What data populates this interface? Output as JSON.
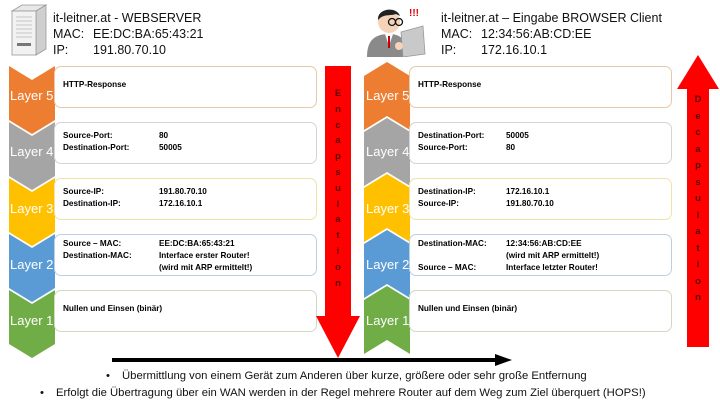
{
  "server": {
    "title": "it-leitner.at - WEBSERVER",
    "mac_label": "MAC:",
    "mac": "EE:DC:BA:65:43:21",
    "ip_label": "IP:",
    "ip": "191.80.70.10",
    "icon": "server-tower-icon"
  },
  "client": {
    "title": "it-leitner.at – Eingabe BROWSER Client",
    "mac_label": "MAC:",
    "mac": "12:34:56:AB:CD:EE",
    "ip_label": "IP:",
    "ip": "172.16.10.1",
    "icon": "user-at-computer-icon"
  },
  "colors": {
    "layer5": "#ED7D31",
    "layer4": "#A5A5A5",
    "layer3": "#FFC000",
    "layer2": "#5B9BD5",
    "layer1": "#70AD47",
    "arrow": "#FF0000",
    "arrow_text": "#5a0000"
  },
  "left_stack": {
    "direction": "down",
    "layers": [
      {
        "label": "Layer 5",
        "lines": [
          {
            "k": "HTTP-Response",
            "v": ""
          }
        ]
      },
      {
        "label": "Layer 4",
        "lines": [
          {
            "k": "Source-Port:",
            "v": "80"
          },
          {
            "k": "Destination-Port:",
            "v": "50005"
          }
        ]
      },
      {
        "label": "Layer 3",
        "lines": [
          {
            "k": "Source-IP:",
            "v": "191.80.70.10"
          },
          {
            "k": "Destination-IP:",
            "v": "172.16.10.1"
          }
        ]
      },
      {
        "label": "Layer 2",
        "lines": [
          {
            "k": "Source – MAC:",
            "v": "EE:DC:BA:65:43:21"
          },
          {
            "k": "Destination-MAC:",
            "v": "Interface erster Router!"
          },
          {
            "k": "",
            "v": "(wird mit ARP ermittelt!)"
          }
        ]
      },
      {
        "label": "Layer 1",
        "lines": [
          {
            "k": "Nullen und Einsen (binär)",
            "v": ""
          }
        ]
      }
    ]
  },
  "right_stack": {
    "direction": "up",
    "layers": [
      {
        "label": "Layer 5",
        "lines": [
          {
            "k": "HTTP-Response",
            "v": ""
          }
        ]
      },
      {
        "label": "Layer 4",
        "lines": [
          {
            "k": "Destination-Port:",
            "v": "50005"
          },
          {
            "k": "Source-Port:",
            "v": "80"
          }
        ]
      },
      {
        "label": "Layer 3",
        "lines": [
          {
            "k": "Destination-IP:",
            "v": "172.16.10.1"
          },
          {
            "k": "Source-IP:",
            "v": "191.80.70.10"
          }
        ]
      },
      {
        "label": "Layer 2",
        "lines": [
          {
            "k": "Destination-MAC:",
            "v": "12:34:56:AB:CD:EE"
          },
          {
            "k": "",
            "v": "(wird mit ARP ermittelt!)"
          },
          {
            "k": "Source – MAC:",
            "v": "Interface letzter Router!"
          }
        ]
      },
      {
        "label": "Layer 1",
        "lines": [
          {
            "k": "Nullen und Einsen (binär)",
            "v": ""
          }
        ]
      }
    ]
  },
  "encapsulation": {
    "letters": [
      "E",
      "n",
      "c",
      "a",
      "p",
      "s",
      "u",
      "l",
      "a",
      "t",
      "i",
      "o",
      "n"
    ],
    "word": "Encapsulation"
  },
  "decapsulation": {
    "letters": [
      "D",
      "e",
      "c",
      "a",
      "p",
      "s",
      "u",
      "l",
      "a",
      "t",
      "i",
      "o",
      "n"
    ],
    "word": "Decapsulation"
  },
  "bullets": [
    "Übermittlung von einem Gerät zum Anderen über kurze, größere oder sehr große Entfernung",
    "Erfolgt die Übertragung über ein WAN werden in der Regel mehrere Router auf dem Weg zum Ziel überquert (HOPS!)"
  ]
}
